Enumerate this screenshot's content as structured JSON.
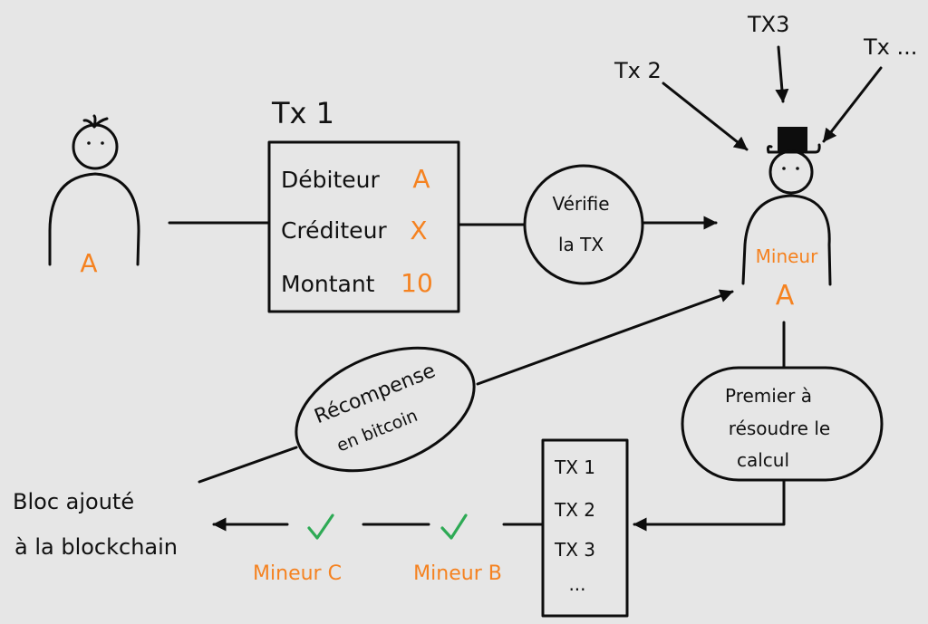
{
  "colors": {
    "background": "#e6e6e6",
    "ink": "#111111",
    "accent": "#f58220",
    "check": "#2eaa55"
  },
  "sender": {
    "label": "A"
  },
  "transaction": {
    "title": "Tx 1",
    "rows": [
      {
        "field": "Débiteur",
        "value": "A"
      },
      {
        "field": "Créditeur",
        "value": "X"
      },
      {
        "field": "Montant",
        "value": "10"
      }
    ]
  },
  "verify": {
    "line1": "Vérifie",
    "line2": "la TX"
  },
  "incoming": {
    "tx2": "Tx 2",
    "tx3": "TX3",
    "txmore": "Tx ..."
  },
  "miner": {
    "label_line1": "Mineur",
    "label_line2": "A"
  },
  "solve": {
    "line1": "Premier à",
    "line2": "résoudre le",
    "line3": "calcul"
  },
  "block": {
    "items": [
      "TX 1",
      "TX 2",
      "TX 3",
      "..."
    ]
  },
  "reward": {
    "line1": "Récompense",
    "line2": "en bitcoin"
  },
  "validators": [
    {
      "name": "Mineur B",
      "icon": "check-icon"
    },
    {
      "name": "Mineur C",
      "icon": "check-icon"
    }
  ],
  "result": {
    "line1": "Bloc ajouté",
    "line2": "à la blockchain"
  }
}
